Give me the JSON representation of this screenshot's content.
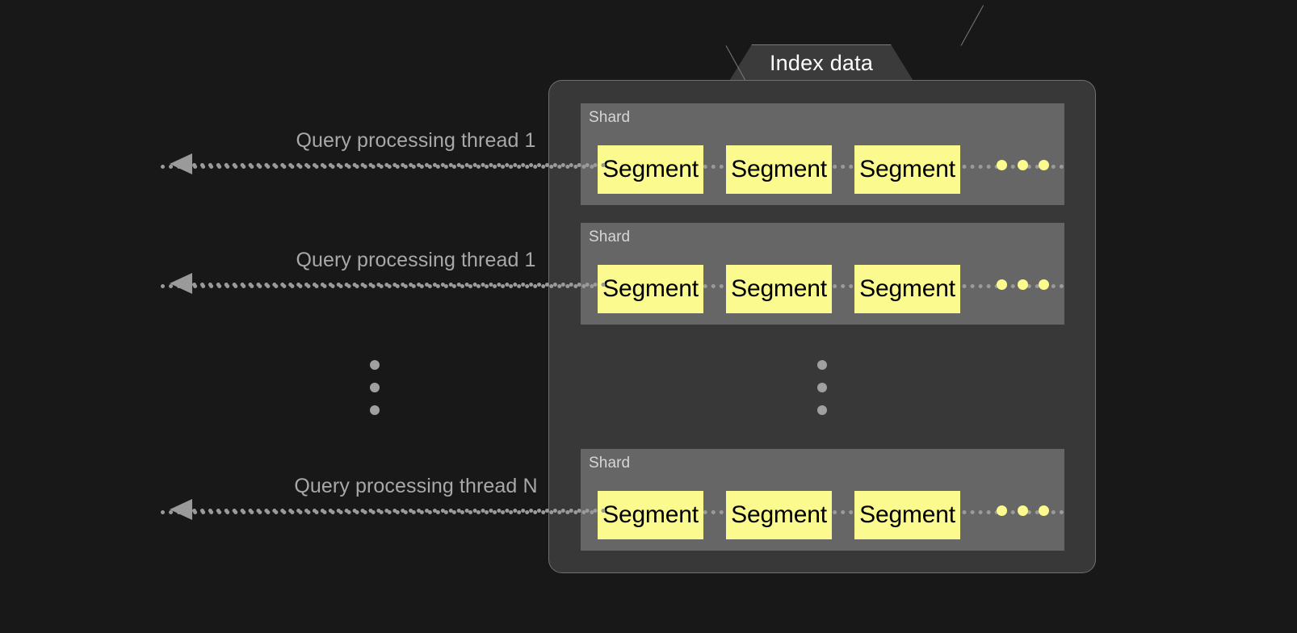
{
  "diagram": {
    "title": "Index data",
    "background_color": "#181818",
    "panel_color": "#383838",
    "shard_color": "#666666",
    "segment_color": "#fbfa8e",
    "line_color": "#9a9a9a",
    "label_color": "#a8a8a8"
  },
  "index_panel": {
    "tab_label": "Index data",
    "shards": [
      {
        "label": "Shard",
        "segments": [
          "Segment",
          "Segment",
          "Segment"
        ],
        "trailing_dots": 3
      },
      {
        "label": "Shard",
        "segments": [
          "Segment",
          "Segment",
          "Segment"
        ],
        "trailing_dots": 3
      },
      {
        "label": "Shard",
        "segments": [
          "Segment",
          "Segment",
          "Segment"
        ],
        "trailing_dots": 3
      }
    ],
    "vertical_ellipsis_dots": 3
  },
  "threads": [
    {
      "label": "Query processing thread 1"
    },
    {
      "label": "Query processing thread 1"
    },
    {
      "label": "Query processing thread N"
    }
  ],
  "left_ellipsis": {
    "dots": 3
  }
}
